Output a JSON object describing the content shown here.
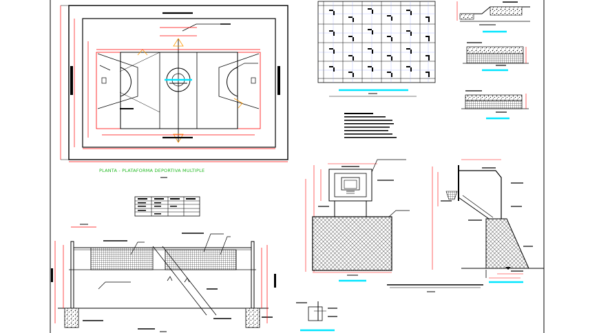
{
  "drawing": {
    "plan_caption": "PLANTA  -  PLATAFORMA DEPORTIVA MULTIPLE"
  },
  "colors": {
    "line": "#000000",
    "dimension": "#ff0000",
    "caption": "#1fb81f",
    "highlight": "#00e5ff",
    "court_lines": "#ff0000",
    "orange": "#ff9900"
  },
  "legend_table": {
    "rows": 5,
    "columns": 4
  }
}
